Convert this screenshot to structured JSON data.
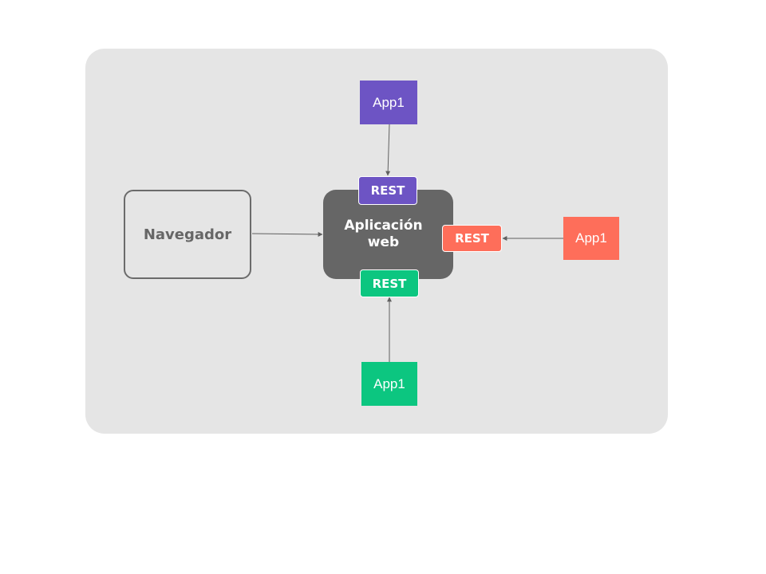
{
  "colors": {
    "panel": "#e5e5e5",
    "webapp": "#666666",
    "browser_border": "#6b6b6b",
    "browser_text": "#666666",
    "purple": "#6d54c4",
    "green": "#0cc680",
    "coral": "#fe6e5a",
    "edge": "#5f5f5f"
  },
  "nodes": {
    "browser": "Navegador",
    "webapp": "Aplicación web",
    "rest_top": "REST",
    "rest_right": "REST",
    "rest_bottom": "REST",
    "app_top": "App1",
    "app_right": "App1",
    "app_bottom": "App1"
  }
}
